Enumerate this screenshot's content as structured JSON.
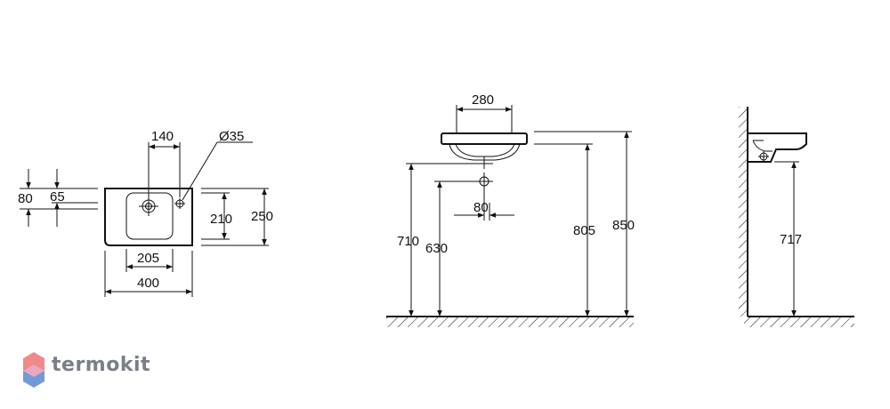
{
  "top_view": {
    "dim_hole_spacing": "140",
    "dim_hole_diameter": "Ø35",
    "dim_left_outer": "80",
    "dim_left_inner": "65",
    "dim_depth_inner": "210",
    "dim_depth_outer": "250",
    "dim_bowl_width": "205",
    "dim_total_width": "400"
  },
  "front_view": {
    "dim_top_width": "280",
    "dim_waste_offset": "80",
    "dim_height_waste": "710",
    "dim_height_supply": "630",
    "dim_height_bottom": "805",
    "dim_height_top": "850"
  },
  "side_view": {
    "dim_height_trap": "717"
  },
  "brand": {
    "name": "termokit",
    "colors": {
      "logo_top": "#f08a8a",
      "logo_bottom": "#6a93d6",
      "text": "#7a7f87"
    }
  }
}
